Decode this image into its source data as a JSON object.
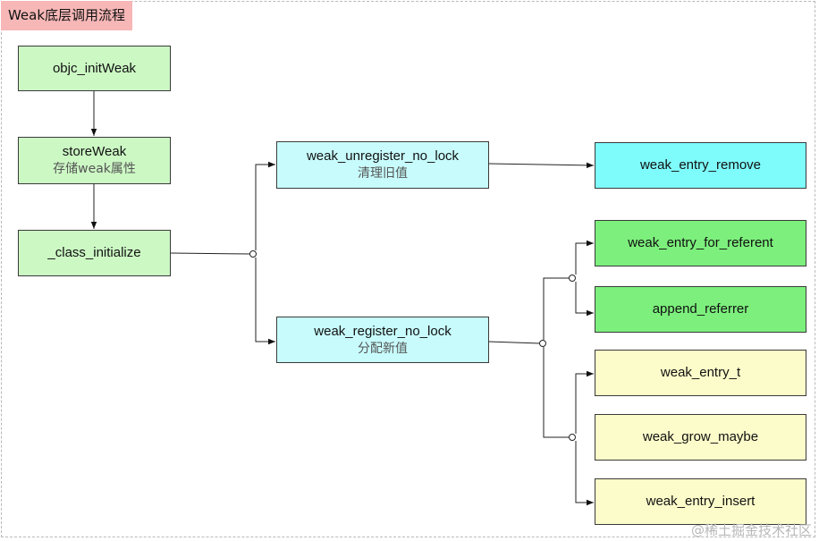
{
  "title": "Weak底层调用流程",
  "nodes": {
    "objc_init_weak": {
      "label": "objc_initWeak"
    },
    "store_weak": {
      "label": "storeWeak",
      "sub": "存储weak属性"
    },
    "class_initialize": {
      "label": "_class_initialize"
    },
    "weak_unregister": {
      "label": "weak_unregister_no_lock",
      "sub": "清理旧值"
    },
    "weak_register": {
      "label": "weak_register_no_lock",
      "sub": "分配新值"
    },
    "weak_entry_remove": {
      "label": "weak_entry_remove"
    },
    "weak_entry_for_referent": {
      "label": "weak_entry_for_referent"
    },
    "append_referrer": {
      "label": "append_referrer"
    },
    "weak_entry_t": {
      "label": "weak_entry_t"
    },
    "weak_grow_maybe": {
      "label": "weak_grow_maybe"
    },
    "weak_entry_insert": {
      "label": "weak_entry_insert"
    }
  },
  "watermark": "@稀土掘金技术社区",
  "colors": {
    "green": "#ccf8c4",
    "cyan": "#c8fcfc",
    "aqua": "#7efbfb",
    "dark_green": "#7cef7c",
    "yellow": "#fcfcca",
    "title_bg": "#f7b7b7"
  }
}
